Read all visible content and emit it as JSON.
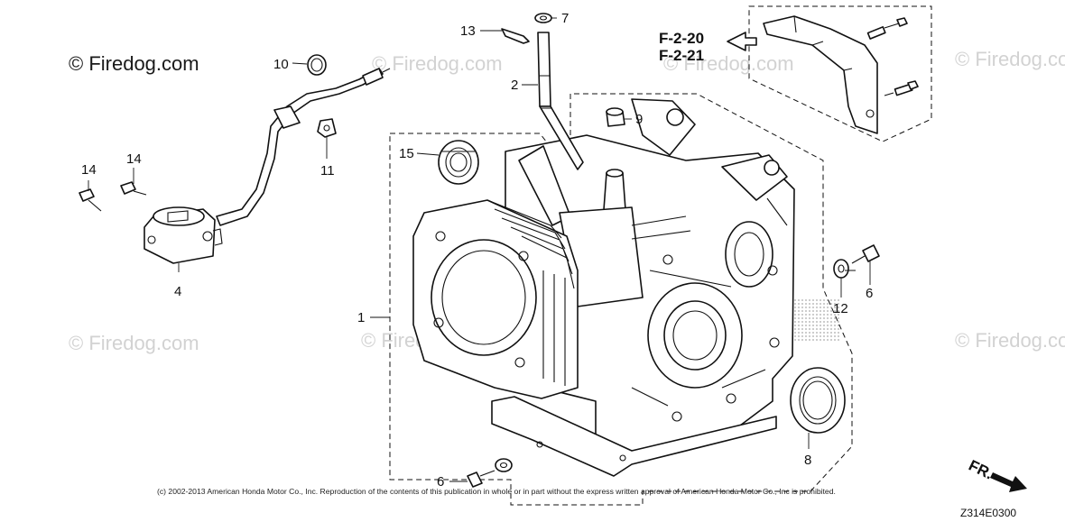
{
  "brand": "© Firedog.com",
  "watermark": "© Firedog.com",
  "reference": {
    "line1": "F-2-20",
    "line2": "F-2-21",
    "arrow_icon": "arrow-left-outline"
  },
  "direction": {
    "label": "FR.",
    "arrow_icon": "arrow-down-right"
  },
  "diagram_code": "Z314E0300",
  "copyright": "(c) 2002-2013 American Honda Motor Co., Inc. Reproduction of the contents of this publication in whole or in part without the express written approval of American Honda Motor Co., Inc is prohibited.",
  "callouts": {
    "c1": "1",
    "c2": "2",
    "c4": "4",
    "c6a": "6",
    "c6b": "6",
    "c7": "7",
    "c8": "8",
    "c9": "9",
    "c10": "10",
    "c11": "11",
    "c12": "12",
    "c13": "13",
    "c14a": "14",
    "c14b": "14",
    "c15": "15"
  },
  "colors": {
    "line": "#111111",
    "watermark": "#d2d2d2",
    "stipple": "#9a9a9a"
  }
}
